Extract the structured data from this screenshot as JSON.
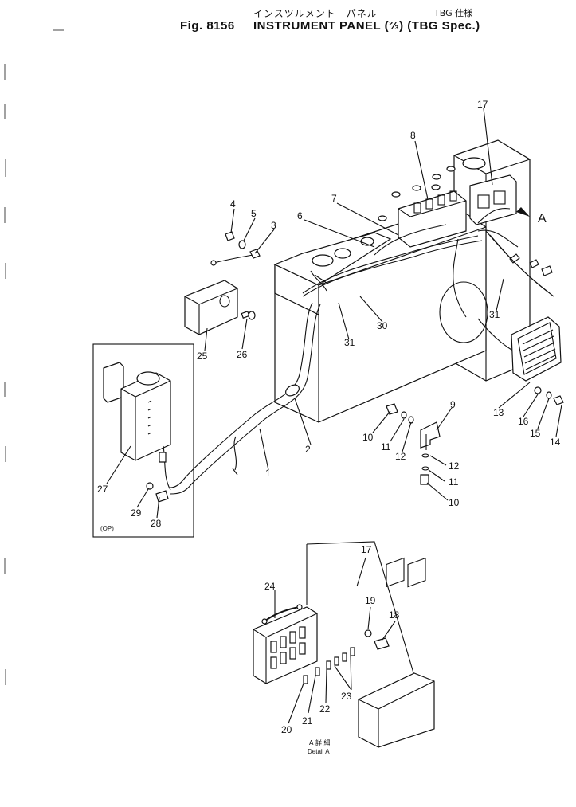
{
  "header": {
    "jp_title": "インスツルメント　パネル",
    "jp_spec": "TBG 仕様",
    "fig_label": "Fig. 8156",
    "fig_title": "INSTRUMENT PANEL (⅔) (TBG Spec.)"
  },
  "callouts": {
    "c1": "1",
    "c2": "2",
    "c3": "3",
    "c4": "4",
    "c5": "5",
    "c6": "6",
    "c7": "7",
    "c8": "8",
    "c9": "9",
    "c10a": "10",
    "c10b": "10",
    "c11a": "11",
    "c11b": "11",
    "c12a": "12",
    "c12b": "12",
    "c13": "13",
    "c14": "14",
    "c15": "15",
    "c16": "16",
    "c17a": "17",
    "c17b": "17",
    "c18": "18",
    "c19": "19",
    "c20": "20",
    "c21": "21",
    "c22": "22",
    "c23": "23",
    "c24": "24",
    "c25": "25",
    "c26": "26",
    "c27": "27",
    "c28": "28",
    "c29": "29",
    "c30": "30",
    "c31a": "31",
    "c31b": "31",
    "view_a": "A"
  },
  "labels": {
    "op": "(OP)",
    "detail_jp": "A 詳 細",
    "detail_en": "Detail A"
  }
}
